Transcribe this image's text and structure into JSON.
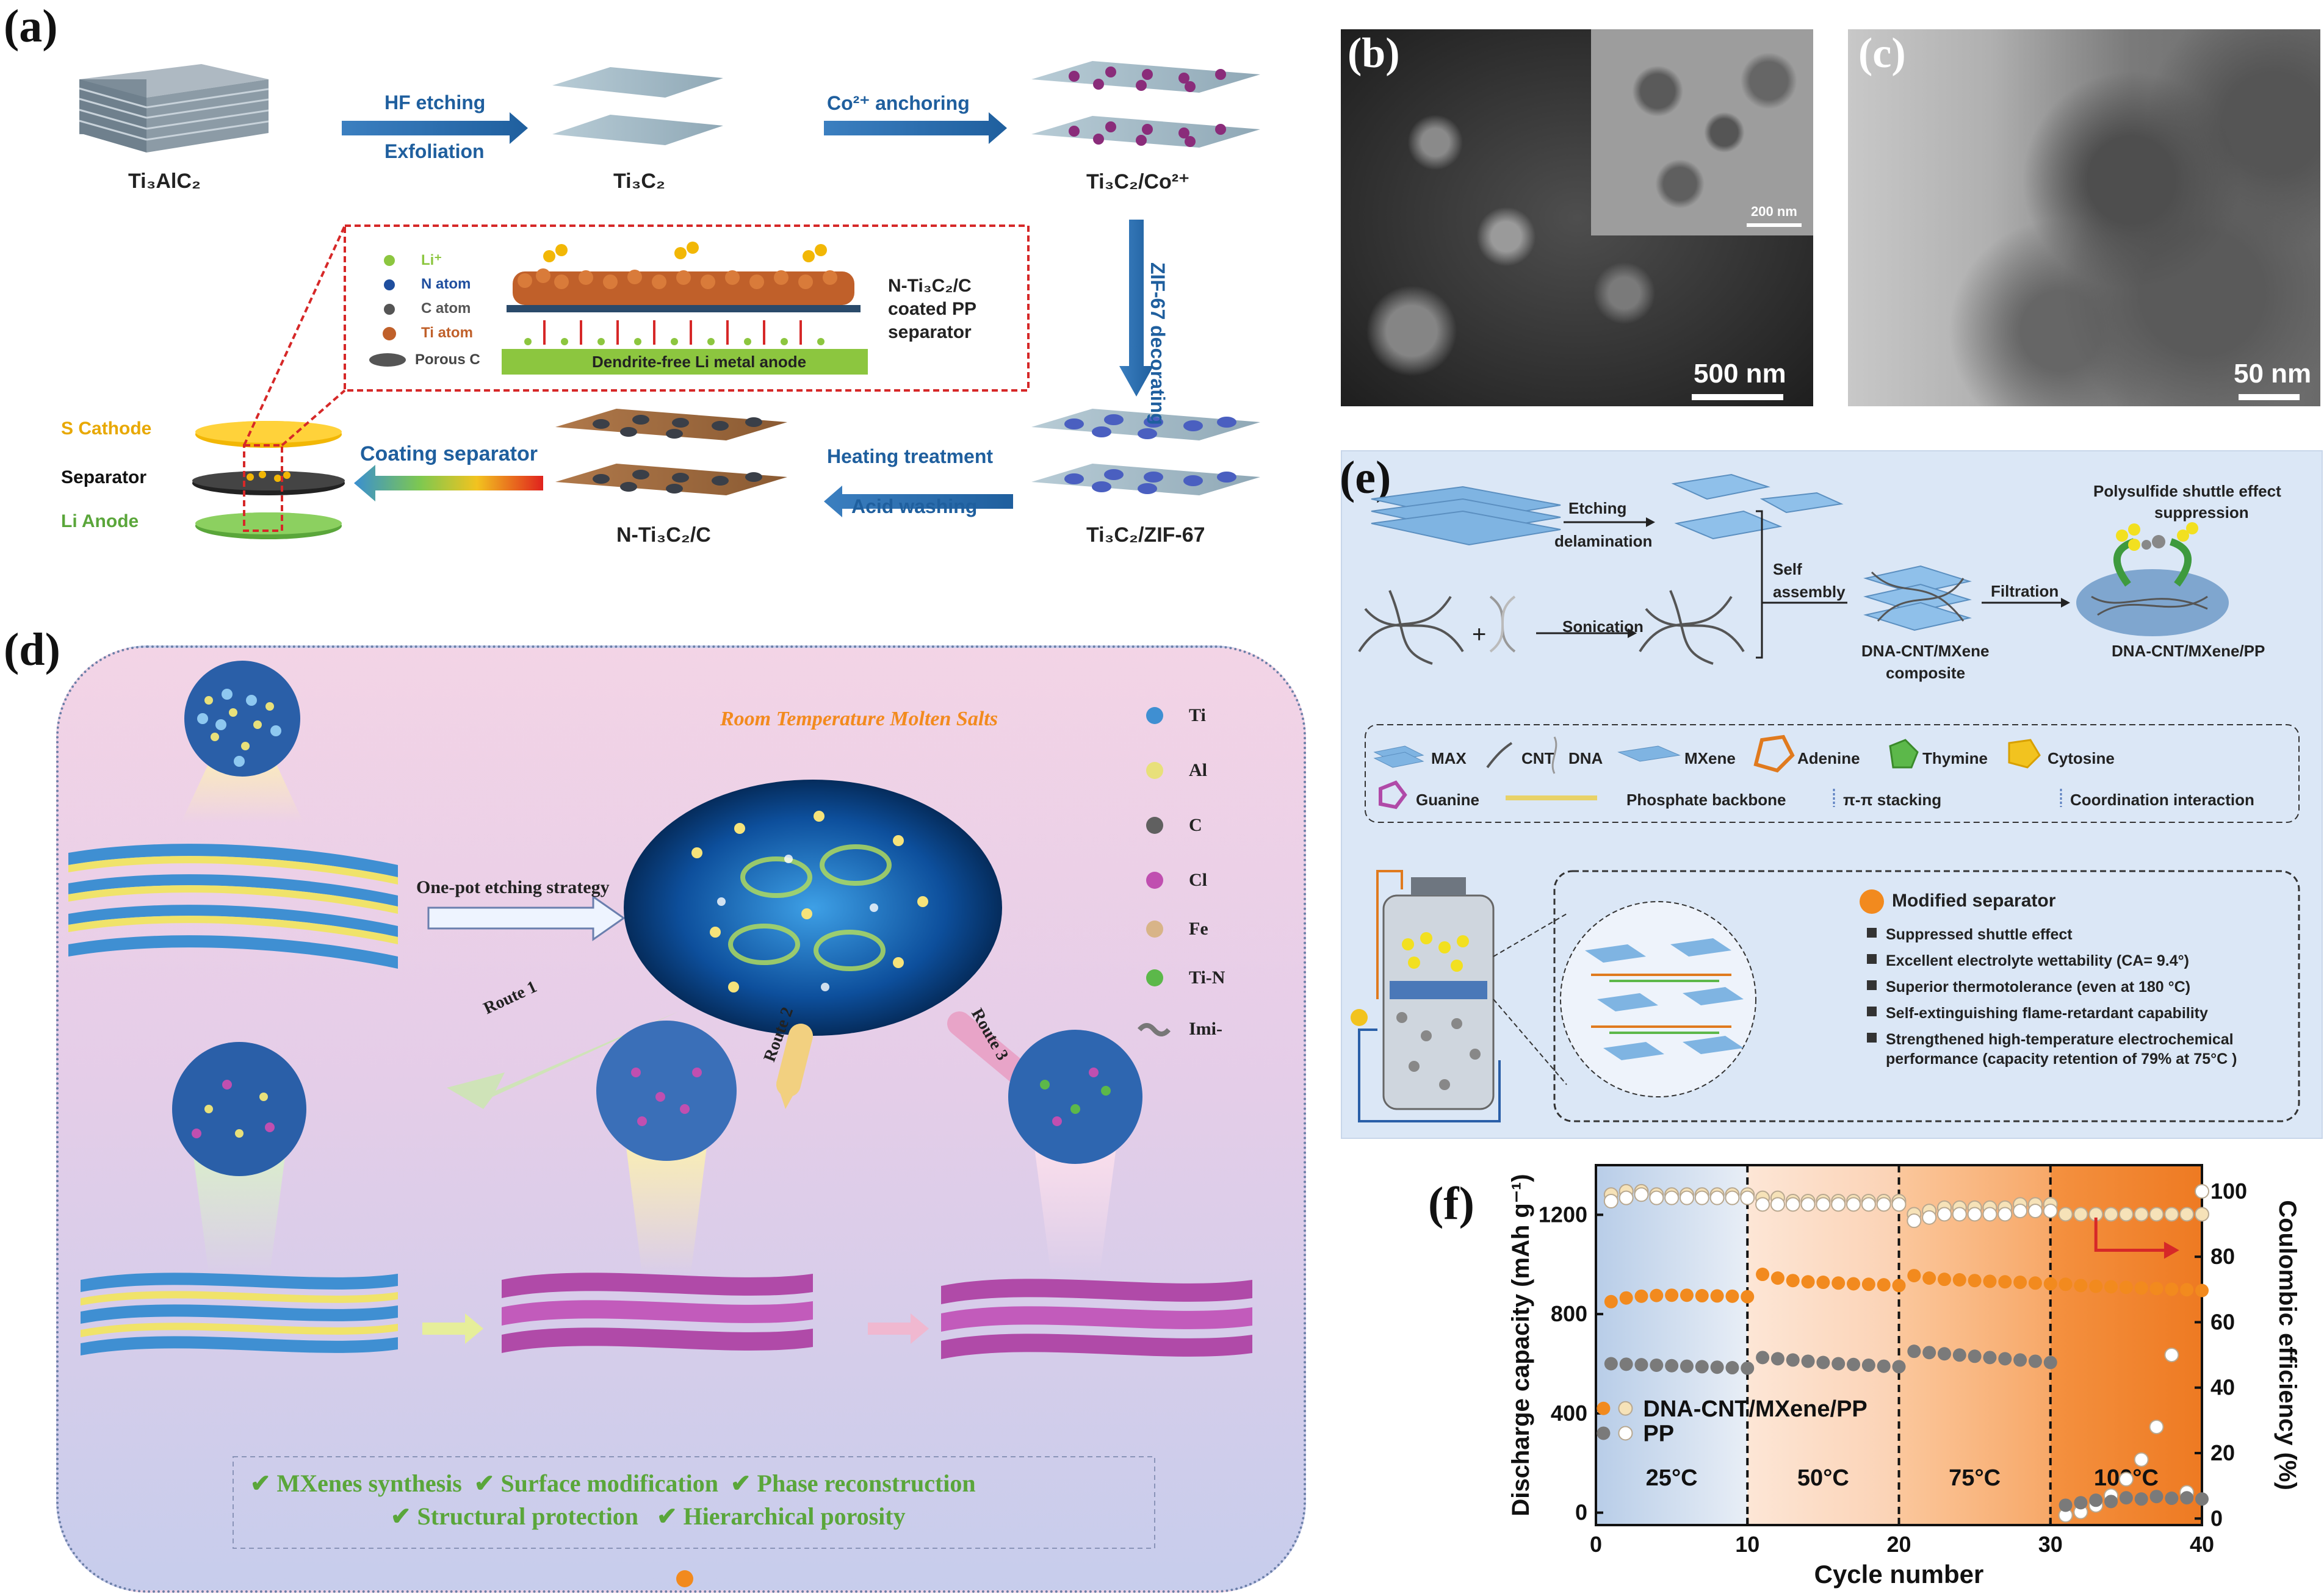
{
  "panels": {
    "a": "(a)",
    "b": "(b)",
    "c": "(c)",
    "d": "(d)",
    "e": "(e)",
    "f": "(f)"
  },
  "a": {
    "ti3alc2": "Ti₃AlC₂",
    "ti3c2": "Ti₃C₂",
    "ti3c2co": "Ti₃C₂/Co²⁺",
    "ti3c2zif": "Ti₃C₂/ZIF-67",
    "nti3c2c": "N-Ti₃C₂/C",
    "hf_etching": "HF etching",
    "exfoliation": "Exfoliation",
    "co_anchoring": "Co²⁺ anchoring",
    "zif_decorating": "ZIF-67 decorating",
    "heating": "Heating treatment",
    "acid": "Acid washing",
    "coating": "Coating separator",
    "s_cathode": "S Cathode",
    "separator": "Separator",
    "li_anode": "Li Anode",
    "coated_pp": "N-Ti₃C₂/C coated PP separator",
    "dendrite_free": "Dendrite-free Li metal anode",
    "legend": [
      "Li⁺",
      "N atom",
      "C atom",
      "Ti atom",
      "Porous C"
    ],
    "legend_colors": [
      "#8cc63f",
      "#1f4e9e",
      "#555555",
      "#c0602a",
      "#444444"
    ]
  },
  "b": {
    "scale": "500 nm",
    "inset_scale": "200 nm"
  },
  "c": {
    "scale": "50 nm"
  },
  "d": {
    "title": "Room Temperature Molten Salts",
    "strategy": "One-pot etching strategy",
    "routes": [
      "Route 1",
      "Route 2",
      "Route 3"
    ],
    "legend": [
      "Ti",
      "Al",
      "C",
      "Cl",
      "Fe",
      "Ti-N",
      "Imi-"
    ],
    "legend_colors": [
      "#3f8fd2",
      "#e8e07a",
      "#606060",
      "#c04fb0",
      "#d8b488",
      "#5cb84a",
      "#777777"
    ],
    "checks_row1": [
      "MXenes synthesis",
      "Surface modification",
      "Phase reconstruction"
    ],
    "checks_row2": [
      "Structural protection",
      "Hierarchical porosity"
    ],
    "checkmark": "✔"
  },
  "e": {
    "etching": "Etching",
    "delamination": "delamination",
    "sonication": "Sonication",
    "self": "Self",
    "assembly": "assembly",
    "composite1": "DNA-CNT/MXene",
    "composite2": "composite",
    "filtration": "Filtration",
    "product": "DNA-CNT/MXene/PP",
    "shuttle1": "Polysulfide shuttle effect",
    "shuttle2": "suppression",
    "legend_row1": [
      "MAX",
      "CNT",
      "DNA",
      "MXene",
      "Adenine",
      "Thymine",
      "Cytosine"
    ],
    "legend_row2": [
      "Guanine",
      "Phosphate backbone",
      "π-π stacking",
      "Coordination interaction"
    ],
    "modified": "Modified separator",
    "features": [
      "Suppressed shuttle effect",
      "Excellent electrolyte wettability (CA= 9.4°)",
      "Superior thermotolerance (even at 180 °C)",
      "Self-extinguishing flame-retardant capability",
      "Strengthened high-temperature electrochemical",
      "performance (capacity retention of 79% at 75°C )"
    ]
  },
  "chart_data": {
    "type": "scatter",
    "xlabel": "Cycle number",
    "ylabel": "Discharge capacity (mAh g⁻¹)",
    "y2label": "Coulombic efficiency (%)",
    "xlim": [
      0,
      40
    ],
    "ylim": [
      -50,
      1400
    ],
    "y2lim": [
      -2,
      108
    ],
    "xticks": [
      0,
      10,
      20,
      30,
      40
    ],
    "yticks": [
      0,
      400,
      800,
      1200
    ],
    "y2ticks": [
      0,
      20,
      40,
      60,
      80,
      100
    ],
    "temperatures": [
      "25°C",
      "50°C",
      "75°C",
      "100°C"
    ],
    "temp_boundaries": [
      10,
      20,
      30
    ],
    "x": [
      1,
      2,
      3,
      4,
      5,
      6,
      7,
      8,
      9,
      10,
      11,
      12,
      13,
      14,
      15,
      16,
      17,
      18,
      19,
      20,
      21,
      22,
      23,
      24,
      25,
      26,
      27,
      28,
      29,
      30,
      31,
      32,
      33,
      34,
      35,
      36,
      37,
      38,
      39,
      40
    ],
    "series": [
      {
        "name": "DNA-CNT/MXene/PP",
        "kind": "capacity",
        "color": "#f28a1e",
        "values": [
          850,
          865,
          872,
          875,
          876,
          876,
          874,
          873,
          872,
          870,
          960,
          945,
          935,
          930,
          928,
          925,
          922,
          920,
          918,
          915,
          955,
          945,
          940,
          938,
          935,
          932,
          930,
          928,
          925,
          922,
          920,
          915,
          912,
          910,
          908,
          905,
          903,
          900,
          898,
          895
        ]
      },
      {
        "name": "PP",
        "kind": "capacity",
        "color": "#7a7a7a",
        "values": [
          600,
          598,
          596,
          594,
          592,
          590,
          588,
          586,
          584,
          582,
          625,
          620,
          615,
          610,
          605,
          600,
          597,
          594,
          590,
          588,
          650,
          645,
          640,
          635,
          630,
          625,
          620,
          615,
          610,
          605,
          null,
          null,
          null,
          null,
          null,
          null,
          null,
          null,
          null,
          null
        ]
      },
      {
        "name": "DNA-CNT/MXene/PP",
        "kind": "ce",
        "color": "#f6e2b8",
        "values": [
          99,
          100,
          100,
          99,
          99,
          99,
          99,
          99,
          99,
          99,
          98,
          98,
          97,
          97,
          97,
          97,
          97,
          97,
          97,
          97,
          93,
          94,
          95,
          95,
          95,
          95,
          95,
          96,
          96,
          96,
          93,
          93,
          93,
          93,
          93,
          93,
          93,
          93,
          93,
          93
        ]
      },
      {
        "name": "PP",
        "kind": "ce",
        "color": "#ffffff",
        "values": [
          97,
          98,
          99,
          98,
          98,
          98,
          98,
          98,
          98,
          98,
          96,
          96,
          96,
          96,
          96,
          96,
          96,
          96,
          96,
          96,
          91,
          92,
          93,
          93,
          93,
          93,
          93,
          94,
          94,
          94,
          1,
          2,
          4,
          7,
          12,
          18,
          28,
          50,
          8,
          100
        ]
      }
    ],
    "pp_capacity_high_temp": [
      30,
      40,
      50,
      45,
      60,
      55,
      65,
      58,
      60,
      55
    ]
  }
}
